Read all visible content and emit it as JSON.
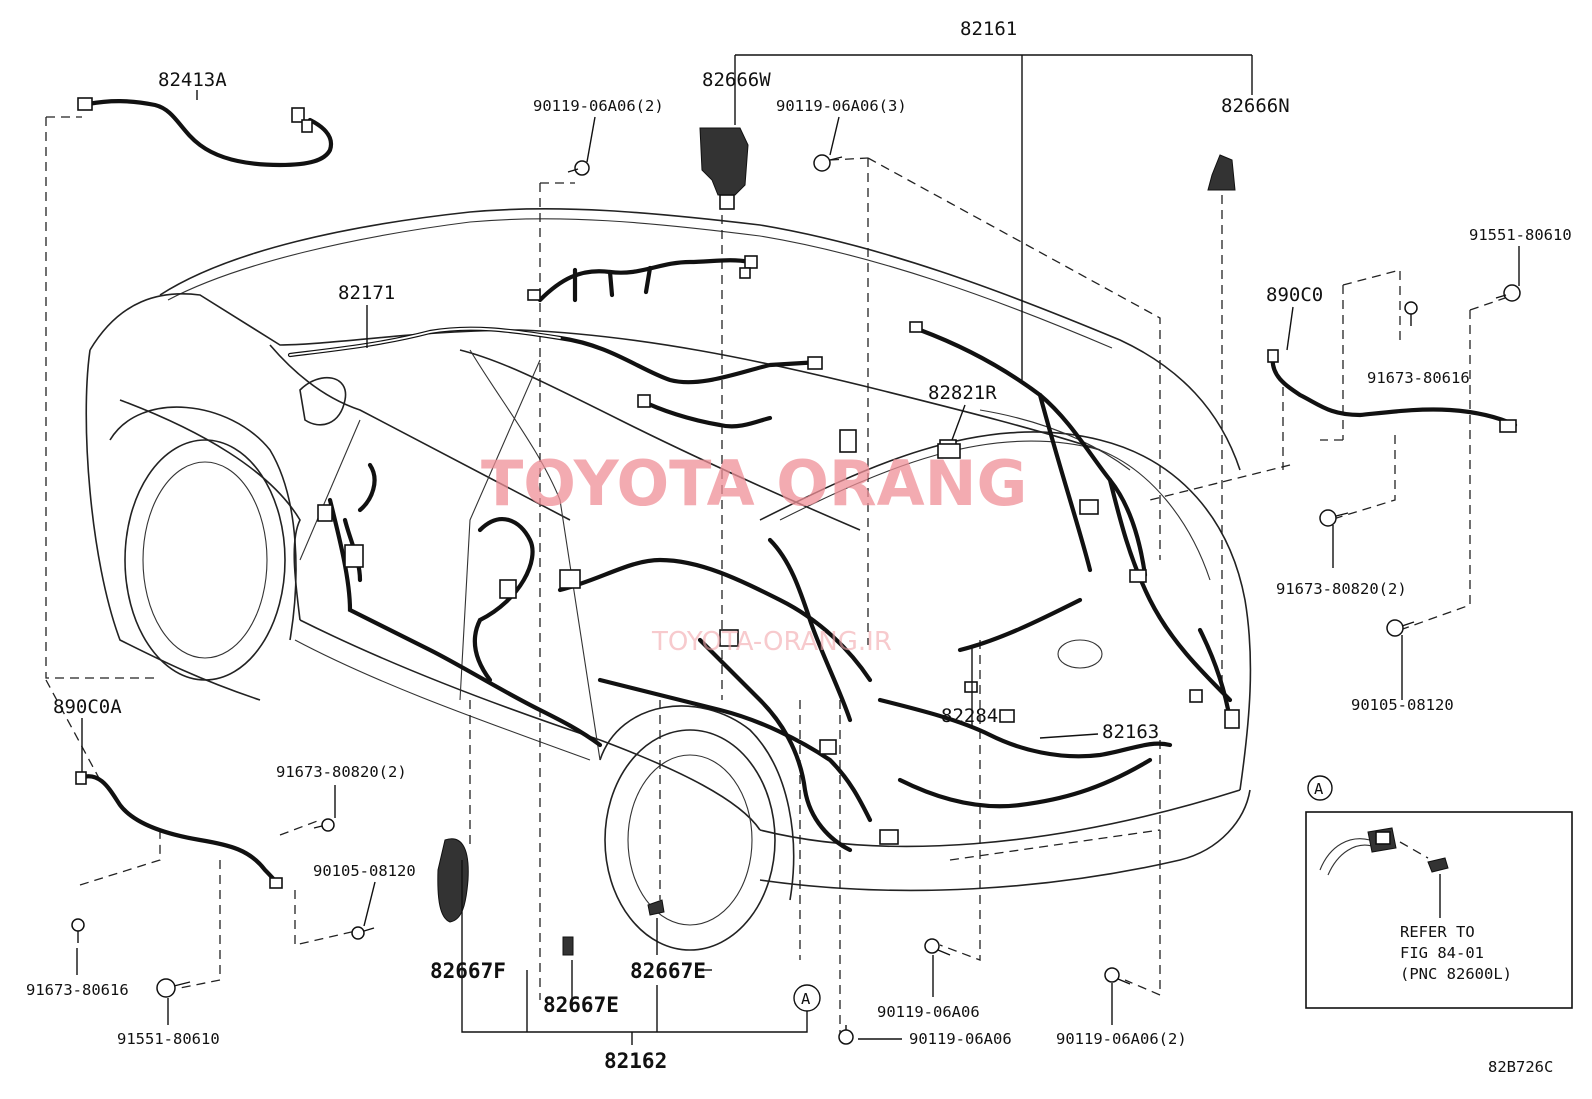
{
  "diagram": {
    "watermark": "TOYOTA ORANG",
    "watermark_sub": "TOYOTA-ORANG.IR",
    "figure_code": "82B726C",
    "callout_marker": "A",
    "inset": {
      "marker": "A",
      "lines": [
        "REFER TO",
        "FIG 84-01",
        "(PNC 82600L)"
      ]
    },
    "labels": {
      "p82161": "82161",
      "p82413A": "82413A",
      "p82666W": "82666W",
      "p90119_06A06_2_top": "90119-06A06(2)",
      "p90119_06A06_3": "90119-06A06(3)",
      "p82666N": "82666N",
      "p91551_80610_right": "91551-80610",
      "p890C0": "890C0",
      "p91673_80616_right": "91673-80616",
      "p82171": "82171",
      "p82821R": "82821R",
      "p91673_80820_2_right": "91673-80820(2)",
      "p90105_08120_right": "90105-08120",
      "p890C0A": "890C0A",
      "p91673_80820_2_left": "91673-80820(2)",
      "p90105_08120_left": "90105-08120",
      "p91673_80616_left": "91673-80616",
      "p91551_80610_left": "91551-80610",
      "p82284": "82284",
      "p82163": "82163",
      "p82667F": "82667F",
      "p82667E_a": "82667E",
      "p82667E_b": "82667E",
      "p82162": "82162",
      "p90119_06A06_a": "90119-06A06",
      "p90119_06A06_b": "90119-06A06",
      "p90119_06A06_2_bottom": "90119-06A06(2)"
    }
  }
}
